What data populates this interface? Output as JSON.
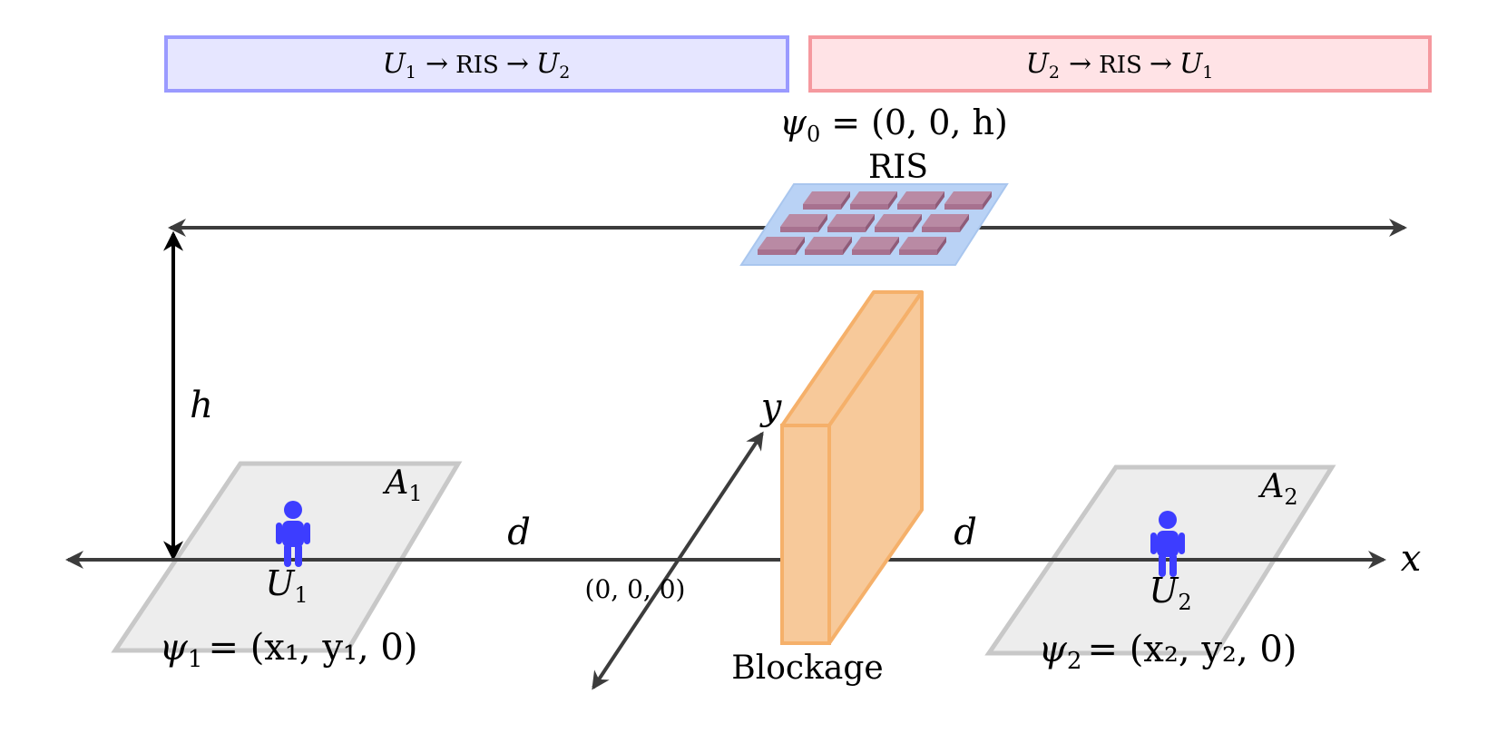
{
  "phases": {
    "phase1": {
      "var_a": "U",
      "sub_a": "1",
      "arrow1": "→",
      "ris": "RIS",
      "arrow2": "→",
      "var_b": "U",
      "sub_b": "2",
      "fill": "#e6e6ff",
      "stroke": "#9a9aff"
    },
    "phase2": {
      "var_a": "U",
      "sub_a": "2",
      "arrow1": "→",
      "ris": "RIS",
      "arrow2": "→",
      "var_b": "U",
      "sub_b": "1",
      "fill": "#ffe3e6",
      "stroke": "#f5999f"
    }
  },
  "ris": {
    "label": "RIS",
    "pos": {
      "sym": "ψ",
      "sub": "0",
      "eq": "=",
      "value": "(0, 0, h)"
    },
    "panel_color": "#b9d2f5",
    "element_color": "#a7718f"
  },
  "height_label": "h",
  "distance_left": "d",
  "distance_right": "d",
  "origin_label": "(0, 0, 0)",
  "axis_x": "x",
  "axis_y": "y",
  "blockage": {
    "label": "Blockage",
    "fill": "#f7c99a",
    "stroke": "#f5b06a"
  },
  "user1": {
    "area": "A",
    "area_sub": "1",
    "name": "U",
    "name_sub": "1",
    "pos_sym": "ψ",
    "pos_sub": "1",
    "pos_value": "= (x₁, y₁, 0)"
  },
  "user2": {
    "area": "A",
    "area_sub": "2",
    "name": "U",
    "name_sub": "2",
    "pos_sym": "ψ",
    "pos_sub": "2",
    "pos_value": "= (x₂, y₂, 0)"
  },
  "colors": {
    "axis": "#3c3c3c",
    "area_fill": "#ededed",
    "area_stroke": "#c8c8c8",
    "user": "#3d3dff"
  }
}
